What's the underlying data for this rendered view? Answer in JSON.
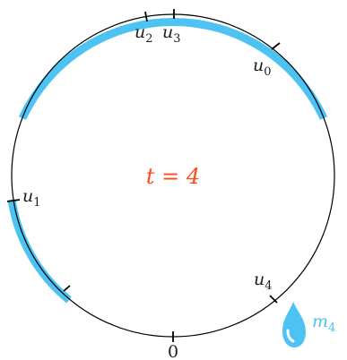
{
  "diagram": {
    "title_expression": "t = 4",
    "zero_label": "0",
    "points": [
      {
        "base": "u",
        "subscript": "0"
      },
      {
        "base": "u",
        "subscript": "1"
      },
      {
        "base": "u",
        "subscript": "2"
      },
      {
        "base": "u",
        "subscript": "3"
      },
      {
        "base": "u",
        "subscript": "4"
      }
    ],
    "drop": {
      "base": "m",
      "subscript": "4",
      "icon": "water-drop-icon"
    },
    "colors": {
      "circle": "#000000",
      "arc_highlight": "#4cc3f2",
      "time_label": "#ff4a1c",
      "drop": "#4cc3f2",
      "text": "#1e1e1e"
    }
  }
}
